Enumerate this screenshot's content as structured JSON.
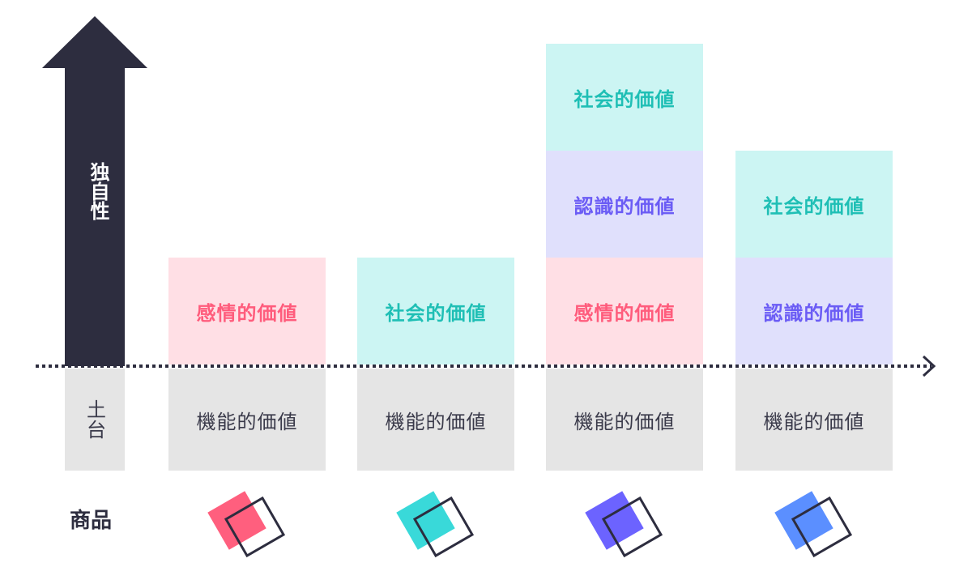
{
  "axis": {
    "vertical_label": "独自性",
    "foundation_label": "土台",
    "product_label": "商品"
  },
  "values": {
    "functional": "機能的価値",
    "emotional": "感情的価値",
    "social": "社会的価値",
    "cognitive": "認識的価値"
  },
  "columns": [
    {
      "stack": [
        "機能的価値",
        "感情的価値"
      ]
    },
    {
      "stack": [
        "機能的価値",
        "社会的価値"
      ]
    },
    {
      "stack": [
        "機能的価値",
        "感情的価値",
        "認識的価値",
        "社会的価値"
      ]
    },
    {
      "stack": [
        "機能的価値",
        "認識的価値",
        "社会的価値"
      ]
    }
  ],
  "colors": {
    "dark": "#2d2d3f",
    "pink": "#ff5f7e",
    "cyan": "#39d9d9",
    "purple": "#6c63ff",
    "blue": "#5b8fff"
  }
}
